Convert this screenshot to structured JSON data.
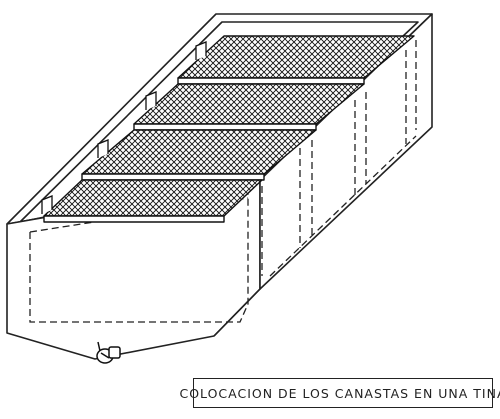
{
  "caption": "COLOCACION DE LOS CANASTAS EN UNA TINA",
  "figure": {
    "tank": "tina",
    "baskets": [
      {
        "id": 1,
        "type": "canasta"
      },
      {
        "id": 2,
        "type": "canasta"
      },
      {
        "id": 3,
        "type": "canasta"
      },
      {
        "id": 4,
        "type": "canasta"
      }
    ],
    "drain_valve": "valve-icon"
  }
}
